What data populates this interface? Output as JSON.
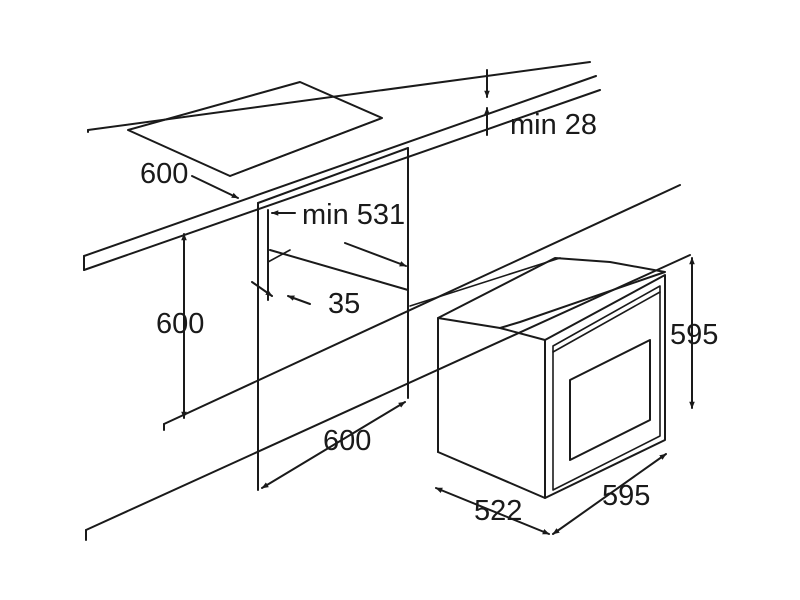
{
  "diagram": {
    "labels": {
      "countertop_depth": "600",
      "min_gap_top": "min 28",
      "niche_min_width": "min 531",
      "niche_height": "600",
      "rear_gap": "35",
      "niche_depth": "600",
      "oven_height": "595",
      "oven_depth": "522",
      "oven_width": "595"
    }
  }
}
